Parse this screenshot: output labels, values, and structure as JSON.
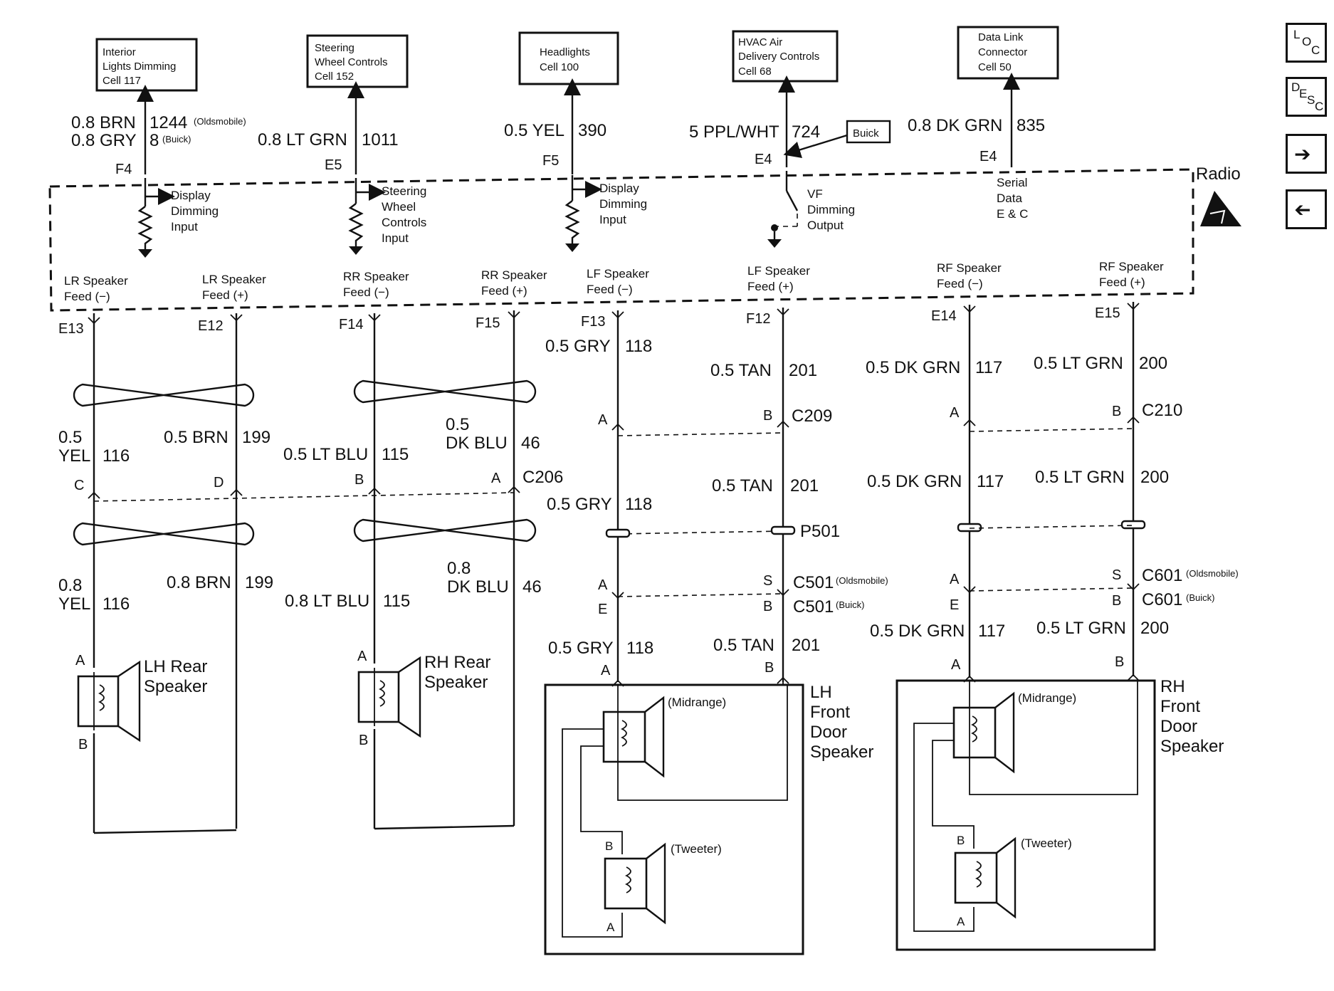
{
  "nav": {
    "loc": [
      "L",
      "O",
      "C"
    ],
    "desc": [
      "D",
      "E",
      "S",
      "C"
    ],
    "next_icon": "right-arrow-icon",
    "back_icon": "left-arrow-icon"
  },
  "top_boxes": [
    {
      "lines": [
        "Interior",
        "Lights Dimming",
        "Cell 117"
      ]
    },
    {
      "lines": [
        "Steering",
        "Wheel Controls",
        "Cell 152"
      ]
    },
    {
      "lines": [
        "Headlights",
        "Cell 100"
      ]
    },
    {
      "lines": [
        "HVAC Air",
        "Delivery Controls",
        "Cell 68"
      ]
    },
    {
      "lines": [
        "Data Link",
        "Connector",
        "Cell 50"
      ]
    }
  ],
  "top_wires": {
    "w1_color_a": "0.8 BRN",
    "w1_circuit_a": "1244",
    "w1_note_a": "(Oldsmobile)",
    "w1_color_b": "0.8 GRY",
    "w1_circuit_b": "8",
    "w1_note_b": "(Buick)",
    "w2_color": "0.8 LT GRN",
    "w2_circuit": "1011",
    "w3_color": "0.5 YEL",
    "w3_circuit": "390",
    "w4_color": "5 PPL/WHT",
    "w4_circuit": "724",
    "buick_tag": "Buick",
    "w5_color": "0.8 DK GRN",
    "w5_circuit": "835"
  },
  "radio_pins_top": [
    "F4",
    "E5",
    "F5",
    "E4",
    "E4"
  ],
  "radio": {
    "title": "Radio",
    "esd_icon": "esd-warning-icon",
    "inputs": [
      [
        "Display",
        "Dimming",
        "Input"
      ],
      [
        "Steering",
        "Wheel",
        "Controls",
        "Input"
      ],
      [
        "Display",
        "Dimming",
        "Input"
      ],
      [
        "VF",
        "Dimming",
        "Output"
      ],
      [
        "Serial",
        "Data",
        "E & C"
      ]
    ],
    "feeds": [
      [
        "LR Speaker",
        "Feed (−)"
      ],
      [
        "LR Speaker",
        "Feed (+)"
      ],
      [
        "RR Speaker",
        "Feed (−)"
      ],
      [
        "RR Speaker",
        "Feed (+)"
      ],
      [
        "LF Speaker",
        "Feed (−)"
      ],
      [
        "LF Speaker",
        "Feed (+)"
      ],
      [
        "RF Speaker",
        "Feed (−)"
      ],
      [
        "RF Speaker",
        "Feed (+)"
      ]
    ]
  },
  "radio_pins_bottom": [
    "E13",
    "E12",
    "F14",
    "F15",
    "F13",
    "F12",
    "E14",
    "E15"
  ],
  "rear": {
    "lr_yel_a": [
      "0.5",
      "YEL",
      "116"
    ],
    "lr_brn_a": [
      "0.5 BRN",
      "199"
    ],
    "rr_blu_a": [
      "0.5 LT BLU",
      "115"
    ],
    "rr_dkblu_a": [
      "0.5",
      "DK BLU",
      "46"
    ],
    "c206_pins": [
      "C",
      "D",
      "B",
      "A"
    ],
    "c206": "C206",
    "lr_yel_b": [
      "0.8",
      "YEL",
      "116"
    ],
    "lr_brn_b": [
      "0.8 BRN",
      "199"
    ],
    "rr_blu_b": [
      "0.8 LT BLU",
      "115"
    ],
    "rr_dkblu_b": [
      "0.8",
      "DK BLU",
      "46"
    ],
    "lh_speaker": [
      "LH Rear",
      "Speaker"
    ],
    "rh_speaker": [
      "RH Rear",
      "Speaker"
    ],
    "spk_pins": [
      "A",
      "B"
    ]
  },
  "front": {
    "lf_neg_1": [
      "0.5 GRY",
      "118"
    ],
    "lf_pos_1": [
      "0.5 TAN",
      "201"
    ],
    "rf_neg_1": [
      "0.5 DK GRN",
      "117"
    ],
    "rf_pos_1": [
      "0.5 LT GRN",
      "200"
    ],
    "c209": "C209",
    "c210": "C210",
    "pin_a": "A",
    "pin_b": "B",
    "pin_s": "S",
    "pin_e": "E",
    "lf_neg_2": [
      "0.5 GRY",
      "118"
    ],
    "lf_pos_2": [
      "0.5 TAN",
      "201"
    ],
    "rf_neg_2": [
      "0.5 DK GRN",
      "117"
    ],
    "rf_pos_2": [
      "0.5 LT GRN",
      "200"
    ],
    "p501": "P501",
    "c501_olds": "C501",
    "olds_note": "(Oldsmobile)",
    "c501_buick": "C501",
    "buick_note": "(Buick)",
    "c601_olds": "C601",
    "c601_buick": "C601",
    "lf_neg_3": [
      "0.5 GRY",
      "118"
    ],
    "lf_pos_3": [
      "0.5 TAN",
      "201"
    ],
    "rf_neg_3": [
      "0.5 DK GRN",
      "117"
    ],
    "rf_pos_3": [
      "0.5 LT GRN",
      "200"
    ],
    "lh_front": [
      "LH",
      "Front",
      "Door",
      "Speaker"
    ],
    "rh_front": [
      "RH",
      "Front",
      "Door",
      "Speaker"
    ],
    "midrange": "(Midrange)",
    "tweeter": "(Tweeter)"
  }
}
